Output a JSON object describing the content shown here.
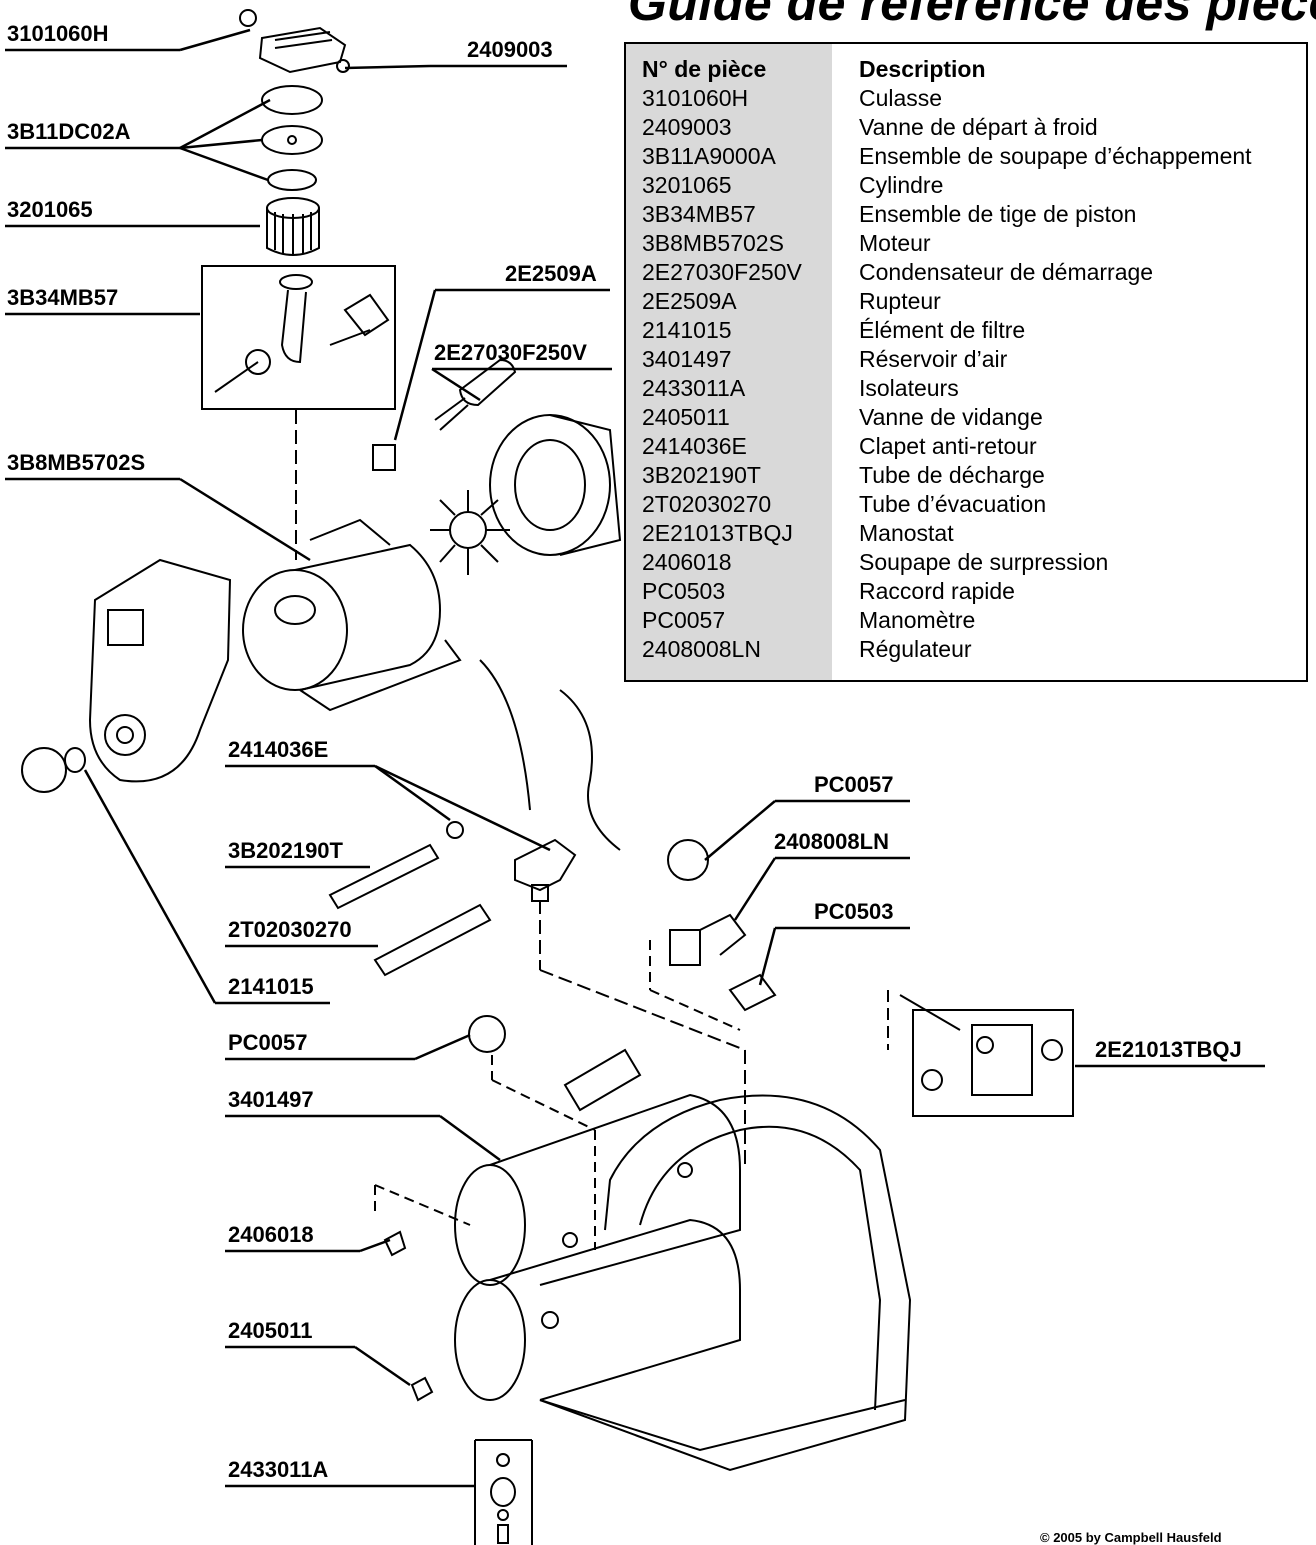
{
  "header": {
    "title": "Guide de référence des pièces"
  },
  "table": {
    "col_part": "N° de pièce",
    "col_desc": "Description",
    "rows": [
      {
        "part": "3101060H",
        "desc": "Culasse"
      },
      {
        "part": "2409003",
        "desc": "Vanne de départ à froid"
      },
      {
        "part": "3B11A9000A",
        "desc": "Ensemble de soupape d’échappement"
      },
      {
        "part": "3201065",
        "desc": "Cylindre"
      },
      {
        "part": "3B34MB57",
        "desc": "Ensemble de tige de piston"
      },
      {
        "part": "3B8MB5702S",
        "desc": "Moteur"
      },
      {
        "part": "2E27030F250V",
        "desc": "Condensateur de démarrage"
      },
      {
        "part": "2E2509A",
        "desc": "Rupteur"
      },
      {
        "part": "2141015",
        "desc": "Élément de filtre"
      },
      {
        "part": "3401497",
        "desc": "Réservoir d’air"
      },
      {
        "part": "2433011A",
        "desc": "Isolateurs"
      },
      {
        "part": "2405011",
        "desc": "Vanne de vidange"
      },
      {
        "part": "2414036E",
        "desc": "Clapet anti-retour"
      },
      {
        "part": "3B202190T",
        "desc": "Tube de décharge"
      },
      {
        "part": "2T02030270",
        "desc": "Tube d’évacuation"
      },
      {
        "part": "2E21013TBQJ",
        "desc": "Manostat"
      },
      {
        "part": "2406018",
        "desc": "Soupape de surpression"
      },
      {
        "part": "PC0503",
        "desc": "Raccord rapide"
      },
      {
        "part": "PC0057",
        "desc": "Manomètre"
      },
      {
        "part": "2408008LN",
        "desc": "Régulateur"
      }
    ]
  },
  "callouts": {
    "c_3101060H": "3101060H",
    "c_2409003": "2409003",
    "c_3B11DC02A": "3B11DC02A",
    "c_3201065": "3201065",
    "c_3B34MB57": "3B34MB57",
    "c_2E2509A": "2E2509A",
    "c_2E27030F250V": "2E27030F250V",
    "c_3B8MB5702S": "3B8MB5702S",
    "c_2414036E": "2414036E",
    "c_3B202190T": "3B202190T",
    "c_2T02030270": "2T02030270",
    "c_2141015": "2141015",
    "c_PC0057_top": "PC0057",
    "c_2408008LN": "2408008LN",
    "c_PC0503": "PC0503",
    "c_PC0057_bottom": "PC0057",
    "c_3401497": "3401497",
    "c_2E21013TBQJ": "2E21013TBQJ",
    "c_2406018": "2406018",
    "c_2405011": "2405011",
    "c_2433011A": "2433011A"
  },
  "footer": {
    "copyright": "© 2005 by Campbell Hausfeld"
  }
}
